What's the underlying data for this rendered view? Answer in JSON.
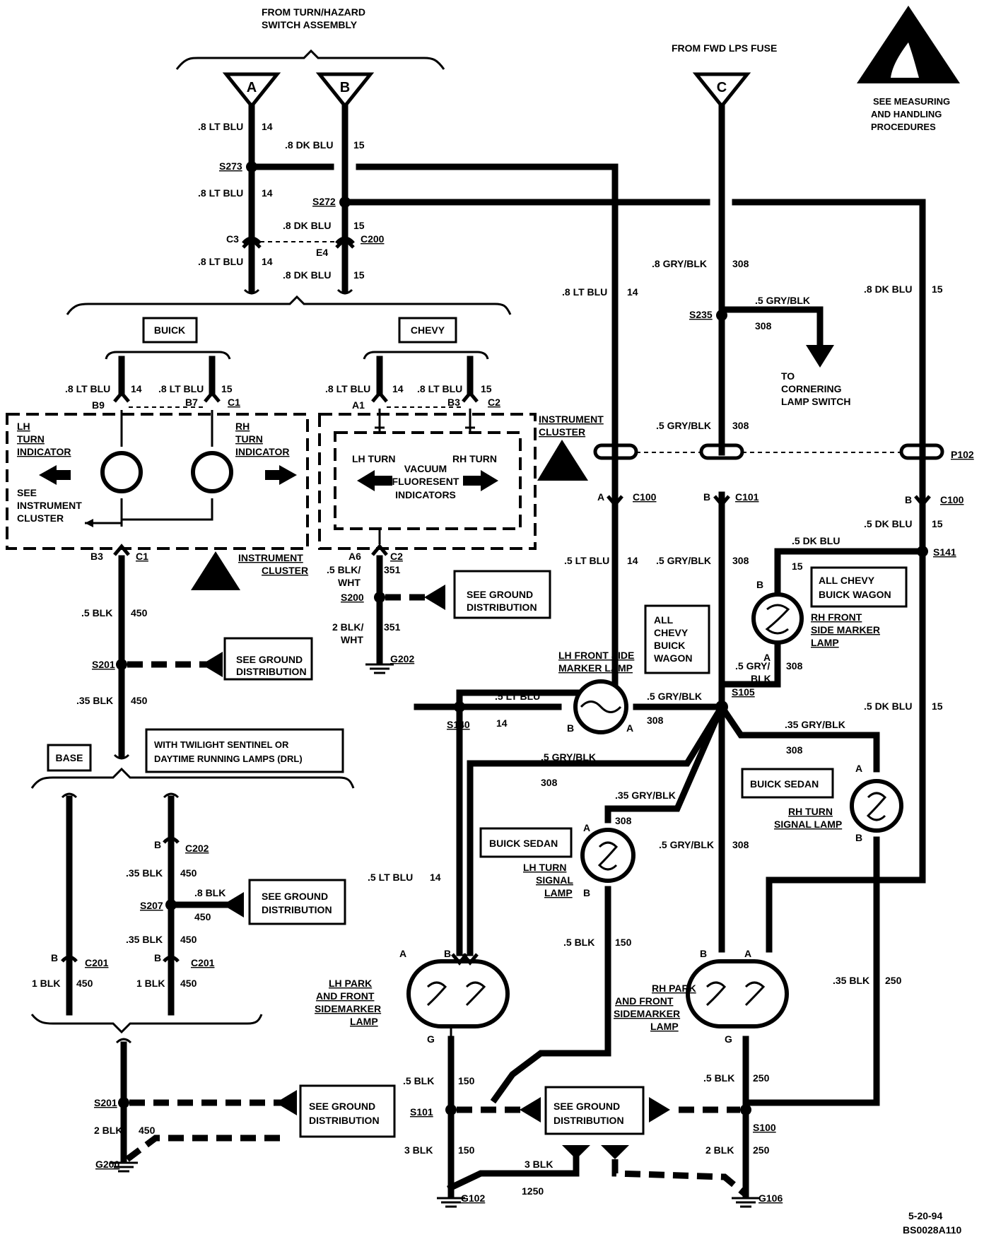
{
  "header": {
    "source_ab": [
      "FROM TURN/HAZARD",
      "SWITCH ASSEMBLY"
    ],
    "source_c": "FROM FWD LPS FUSE",
    "esd_note": [
      "SEE MEASURING",
      "AND HANDLING",
      "PROCEDURES"
    ],
    "pin_a": "A",
    "pin_b": "B",
    "pin_c": "C"
  },
  "wires": {
    "lt_blu_8": ".8 LT BLU",
    "dk_blu_8": ".8 DK BLU",
    "gry_blk_8": ".8 GRY/BLK",
    "lt_blu_5": ".5 LT BLU",
    "gry_blk_5": ".5 GRY/BLK",
    "dk_blu_5": ".5 DK BLU",
    "gry_blk_35": ".35 GRY/BLK",
    "blk_5": ".5 BLK",
    "blk_35": ".35 BLK",
    "blk_8": ".8 BLK",
    "blk_1": "1 BLK",
    "blk_2": "2 BLK",
    "blk_3": "3 BLK",
    "blk_wht_5a": ".5 BLK/",
    "blk_wht_2a": "2 BLK/",
    "wht": "WHT",
    "gry_5a": ".5 GRY/",
    "blk_tail": "BLK",
    "c14": "14",
    "c15": "15",
    "c308": "308",
    "c351": "351",
    "c450": "450",
    "c150": "150",
    "c250": "250",
    "c1250": "1250"
  },
  "splices": {
    "s273": "S273",
    "s272": "S272",
    "s235": "S235",
    "s141": "S141",
    "s105": "S105",
    "s140": "S140",
    "s200": "S200",
    "s201": "S201",
    "s207": "S207",
    "s101": "S101",
    "s100": "S100"
  },
  "grounds": {
    "g202": "G202",
    "g200": "G200",
    "g102": "G102",
    "g106": "G106"
  },
  "connectors": {
    "c3": "C3",
    "c200": "C200",
    "e4": "E4",
    "c1": "C1",
    "c2": "C2",
    "c100": "C100",
    "c101": "C101",
    "p102": "P102",
    "c202": "C202",
    "c201": "C201",
    "a": "A",
    "b": "B",
    "g": "G",
    "b9": "B9",
    "b7": "B7",
    "a1": "A1",
    "b3": "B3",
    "a6": "A6"
  },
  "groups": {
    "buick": "BUICK",
    "chevy": "CHEVY",
    "base": "BASE",
    "twilight": [
      "WITH TWILIGHT SENTINEL OR",
      "DAYTIME RUNNING LAMPS  (DRL)"
    ]
  },
  "cluster": {
    "lh_turn_indicator": [
      "LH",
      "TURN",
      "INDICATOR"
    ],
    "rh_turn_indicator": [
      "RH",
      "TURN",
      "INDICATOR"
    ],
    "see_cluster": [
      "SEE",
      "INSTRUMENT",
      "CLUSTER"
    ],
    "instrument_cluster": [
      "INSTRUMENT",
      "CLUSTER"
    ],
    "lh_turn": "LH TURN",
    "rh_turn": "RH TURN",
    "vfd": [
      "VACUUM",
      "FLUORESENT",
      "INDICATORS"
    ]
  },
  "ground_note": [
    "SEE GROUND",
    "DISTRIBUTION"
  ],
  "cornering": [
    "TO",
    "CORNERING",
    "LAMP SWITCH"
  ],
  "lamps": {
    "rh_front_side": [
      "RH FRONT",
      "SIDE MARKER",
      "LAMP"
    ],
    "all_chevy_buick_wagon_box": [
      "ALL CHEVY",
      "BUICK WAGON"
    ],
    "all_chevy_buick_wagon_stack": [
      "ALL",
      "CHEVY",
      "BUICK",
      "WAGON"
    ],
    "lh_front_side": [
      "LH FRONT SIDE",
      "MARKER LAMP"
    ],
    "buick_sedan": "BUICK SEDAN",
    "rh_turn_signal": [
      "RH  TURN",
      "SIGNAL  LAMP"
    ],
    "lh_turn_signal": [
      "LH  TURN",
      "SIGNAL",
      "LAMP"
    ],
    "lh_park": [
      "LH PARK",
      "AND FRONT",
      "SIDEMARKER",
      "LAMP"
    ],
    "rh_park": [
      "RH PARK",
      "AND FRONT",
      "SIDEMARKER",
      "LAMP"
    ]
  },
  "footer": {
    "date": "5-20-94",
    "code": "BS0028A110"
  }
}
